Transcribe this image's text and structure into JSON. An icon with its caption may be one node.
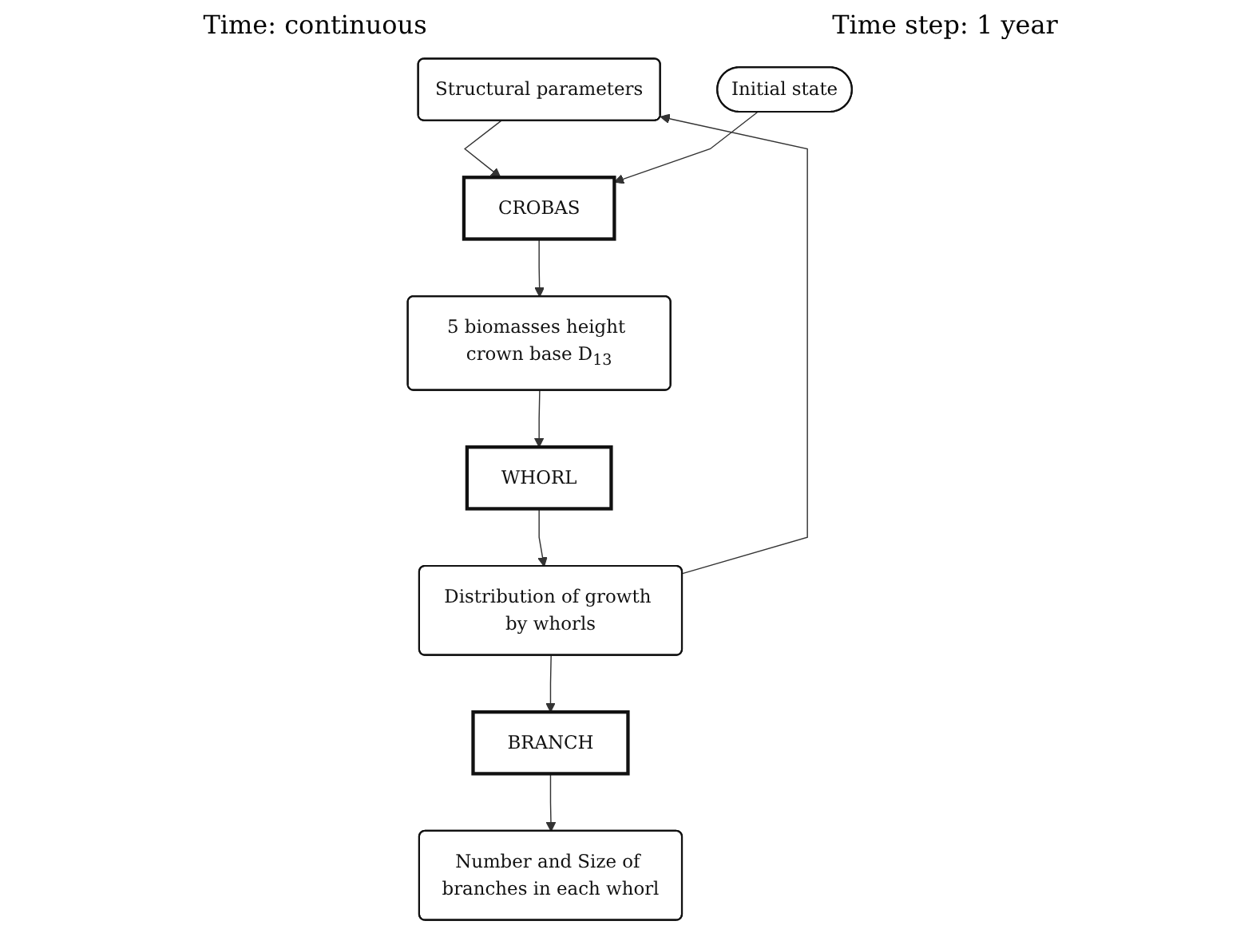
{
  "diagram": {
    "nodes": [
      {
        "text": [
          "Structural parameters"
        ]
      },
      {
        "text": [
          "Distribution of growth by whorls"
        ]
      },
      {
        "text": [
          "Initial state"
        ]
      },
      {
        "text": [
          "CROBAS"
        ]
      },
      {
        "text": [
          "WHORL"
        ]
      },
      {
        "text": [
          "BRANCH"
        ]
      },
      {
        "text": [
          "5 biomasses height crown base D$_{13}$"
        ]
      },
      {
        "text": [
          "Number and Size of branches in each whorl"
        ]
      }
    ],
    "edges": [
      {
        "from": 1,
        "to": 0,
        "arrow": "to"
      },
      {
        "from": 0,
        "to": 3,
        "arrow": "to"
      },
      {
        "from": 2,
        "to": 3,
        "arrow": "to"
      },
      {
        "from": 3,
        "to": 6,
        "arrow": "to"
      },
      {
        "from": 6,
        "to": 4,
        "arrow": "to"
      },
      {
        "from": 4,
        "to": 1,
        "arrow": "to"
      },
      {
        "from": 1,
        "to": 5,
        "arrow": "to"
      },
      {
        "from": 5,
        "to": 7,
        "arrow": "to"
      }
    ],
    "labels": [
      "Time: continuous",
      "Time step: 1 year"
    ]
  }
}
